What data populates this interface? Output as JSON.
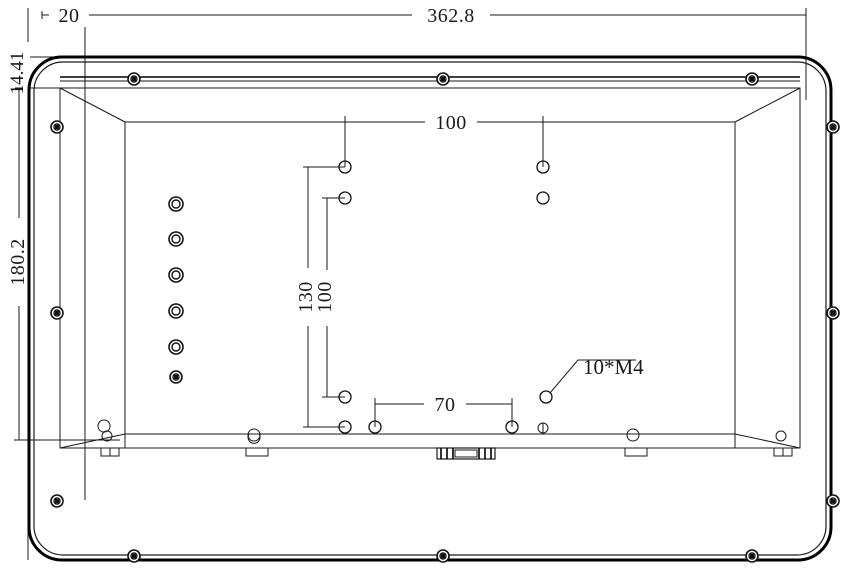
{
  "drawing": {
    "type": "mechanical-dimension-drawing",
    "title": "Panel rear view mounting dimensions",
    "units": "mm",
    "background_color": "#ffffff",
    "line_color": "#111111"
  },
  "dimensions": {
    "overall_width": "362.8",
    "overall_height": "180.2",
    "edge_offset_top": "20",
    "edge_offset_left": "14.41",
    "vesa_horizontal_top": "100",
    "vesa_vertical_outer": "130",
    "vesa_vertical_inner": "100",
    "vesa_horizontal_bottom": "70"
  },
  "annotations": {
    "thread_callout": "10*M4"
  },
  "labels": {
    "overall_width": "362.8",
    "overall_height": "180.2",
    "top_offset": "20",
    "left_offset": "14.41",
    "dim_100_top": "100",
    "dim_130": "130",
    "dim_100_mid": "100",
    "dim_70": "70",
    "thread": "10*M4"
  }
}
